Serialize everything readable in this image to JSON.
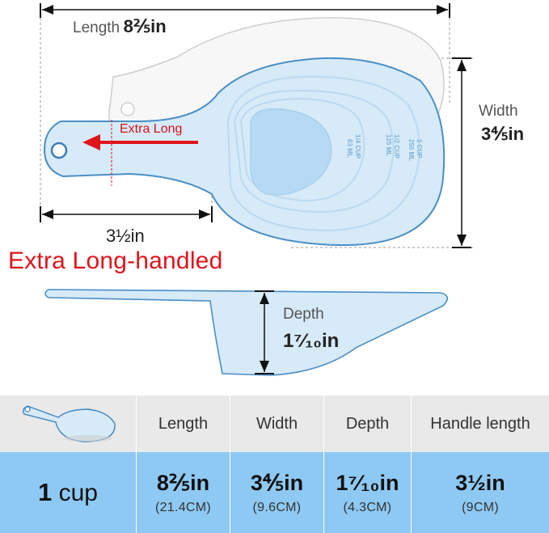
{
  "dimensions": {
    "length": {
      "label": "Length",
      "value": "8⅖in"
    },
    "width": {
      "label": "Width",
      "value": "3⅘in"
    },
    "handle": {
      "value": "3½in"
    },
    "depth": {
      "label": "Depth",
      "value": "1⁷⁄₁₀in"
    }
  },
  "annotations": {
    "extra_long_arrow": "Extra Long",
    "headline": "Extra Long-handled"
  },
  "scoop_markings": [
    {
      "cup": "1 CUP",
      "ml": "250 ML"
    },
    {
      "cup": "1/2 CUP",
      "ml": "125 ML"
    },
    {
      "cup": "1/4 CUP",
      "ml": "63 ML"
    }
  ],
  "colors": {
    "accent_red": "#e0141b",
    "scoop_blue": "#d6eaf8",
    "scoop_outline": "#4a90c8",
    "table_header": "#e9e9e9",
    "table_row": "#8ec9f3"
  },
  "table": {
    "headers": [
      "",
      "Length",
      "Width",
      "Depth",
      "Handle length"
    ],
    "row": {
      "size_number": "1",
      "size_unit": "cup",
      "cells": [
        {
          "value": "8⅖in",
          "metric": "(21.4CM)"
        },
        {
          "value": "3⅘in",
          "metric": "(9.6CM)"
        },
        {
          "value": "1⁷⁄₁₀in",
          "metric": "(4.3CM)"
        },
        {
          "value": "3½in",
          "metric": "(9CM)"
        }
      ]
    }
  }
}
